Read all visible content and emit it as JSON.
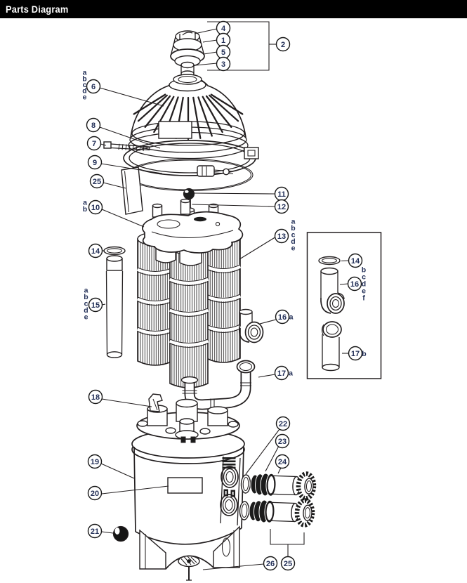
{
  "header": {
    "title": "Parts Diagram"
  },
  "colors": {
    "bar": "#000000",
    "title": "#ffffff",
    "ink": "#231f20",
    "number": "#233058"
  },
  "labels": {
    "n1": "1",
    "n2": "2",
    "n3": "3",
    "n4": "4",
    "n5": "5",
    "n6": "6",
    "n7": "7",
    "n8": "8",
    "n9": "9",
    "n10": "10",
    "n11": "11",
    "n12": "12",
    "n13": "13",
    "n14": "14",
    "n15": "15",
    "n16": "16",
    "n17": "17",
    "n18": "18",
    "n19": "19",
    "n20": "20",
    "n21": "21",
    "n22": "22",
    "n23": "23",
    "n24": "24",
    "n25": "25",
    "n26": "26"
  },
  "letters": {
    "lid": [
      "a",
      "b",
      "c",
      "d",
      "e"
    ],
    "top_manifold": [
      "a",
      "b"
    ],
    "cartridge": [
      "a",
      "b",
      "c",
      "d",
      "e"
    ],
    "standpipe": [
      "a",
      "b",
      "c",
      "d",
      "e"
    ],
    "union_elbow": [
      "b",
      "c",
      "d",
      "e",
      "f"
    ]
  },
  "suffixes": {
    "elbow_16a": "a",
    "elbow_17a": "a",
    "elbow_17b": "b"
  }
}
